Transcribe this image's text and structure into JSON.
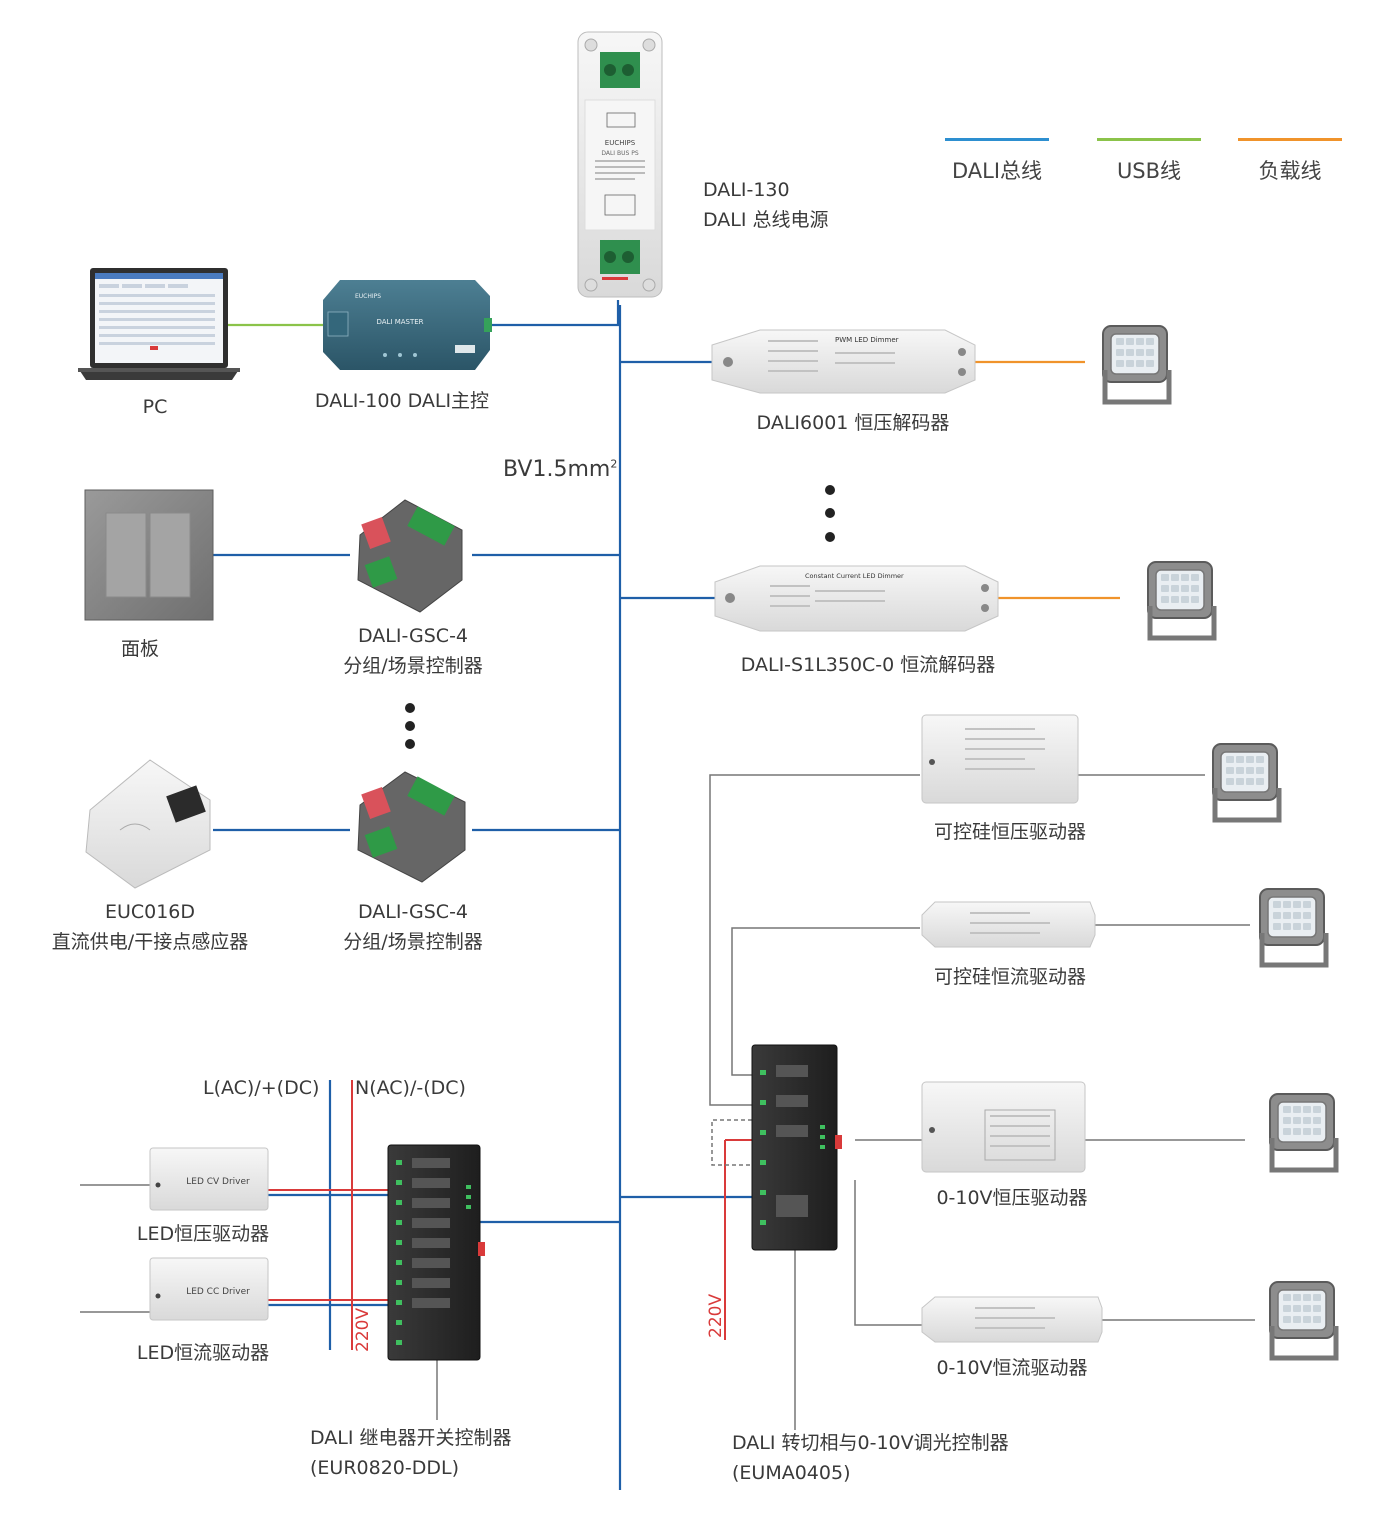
{
  "legend": [
    {
      "label": "DALI总线",
      "color": "#2d8fd0"
    },
    {
      "label": "USB线",
      "color": "#8bc34a"
    },
    {
      "label": "负载线",
      "color": "#f0932b"
    }
  ],
  "colors": {
    "bus": "#1f5fa8",
    "usb": "#8bc34a",
    "load": "#f0932b",
    "ac": "#d93a3a",
    "gray": "#777777"
  },
  "power": {
    "model": "DALI-130",
    "name": "DALI 总线电源"
  },
  "pc": {
    "label": "PC"
  },
  "master": {
    "label": "DALI-100  DALI主控",
    "badge": "DALI MASTER",
    "brand": "EUCHIPS"
  },
  "psu_text": {
    "brand": "EUCHIPS",
    "name": "DALI BUS PS"
  },
  "bus_label": {
    "text": "BV1.5mm",
    "sup": "2"
  },
  "panel": {
    "label": "面板"
  },
  "gsc1": {
    "model": "DALI-GSC-4",
    "name": "分组/场景控制器"
  },
  "gsc2": {
    "model": "DALI-GSC-4",
    "name": "分组/场景控制器"
  },
  "sensor": {
    "model": "EUC016D",
    "name": "直流供电/干接点感应器"
  },
  "dec1": {
    "label": "DALI6001  恒压解码器",
    "text": "PWM LED Dimmer"
  },
  "dec2": {
    "label": "DALI-S1L350C-0  恒流解码器",
    "text": "Constant Current LED Dimmer"
  },
  "drv1": {
    "label": "可控硅恒压驱动器"
  },
  "drv2": {
    "label": "可控硅恒流驱动器"
  },
  "drv3": {
    "label": "0-10V恒压驱动器"
  },
  "drv4": {
    "label": "0-10V恒流驱动器"
  },
  "relay_inputs": {
    "l": "L(AC)/+(DC)",
    "n": "N(AC)/-(DC)"
  },
  "cv_driver": {
    "label": "LED恒压驱动器",
    "text": "LED CV Driver"
  },
  "cc_driver": {
    "label": "LED恒流驱动器",
    "text": "LED CC Driver"
  },
  "voltage": {
    "left": "220V",
    "right": "220V"
  },
  "relay": {
    "name": "DALI 继电器开关控制器",
    "model": "(EUR0820-DDL)"
  },
  "dimmer": {
    "name": "DALI 转切相与0-10V调光控制器",
    "model": "(EUMA0405)"
  }
}
